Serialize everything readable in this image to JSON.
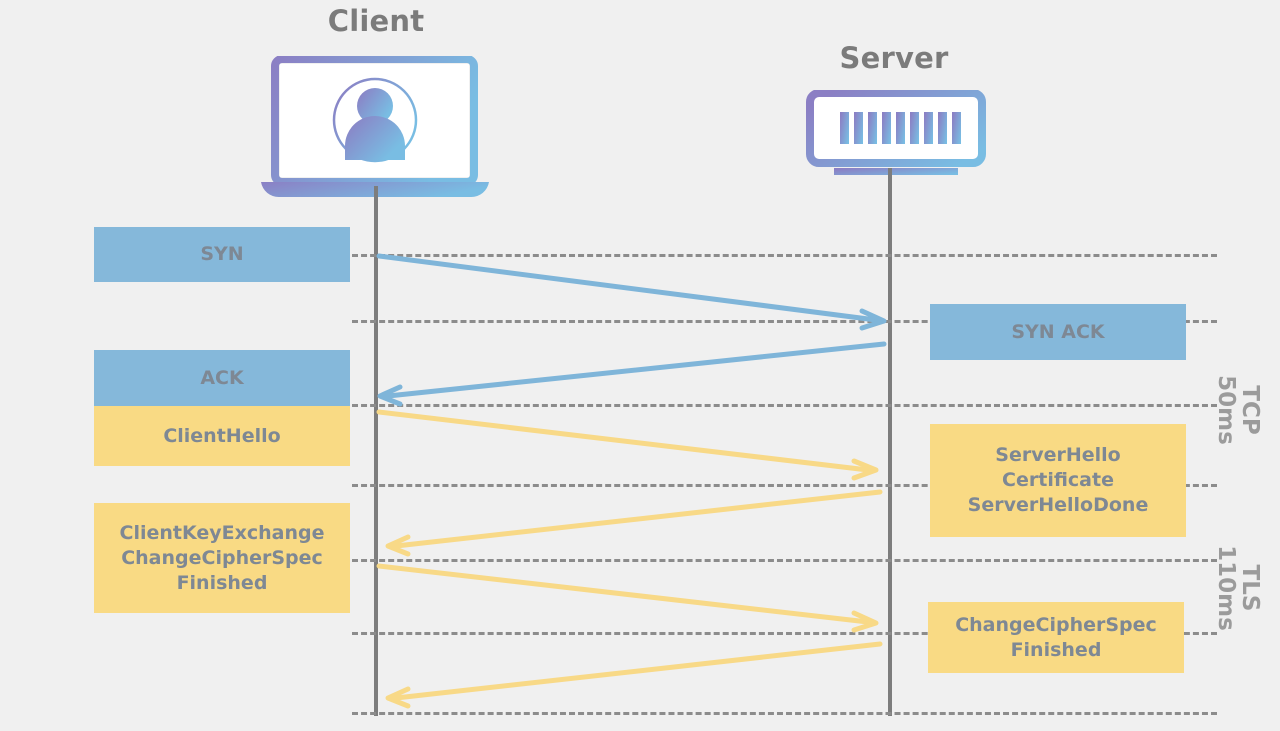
{
  "diagram": {
    "title_client": "Client",
    "title_server": "Server",
    "background_color": "#f0f0f0",
    "blue_color": "#85b8da",
    "yellow_color": "#f9da84",
    "text_color": "#7e8894",
    "line_color": "#7d7d7d",
    "icon_gradient_start": "#8b7fc4",
    "icon_gradient_end": "#7dbbe0"
  },
  "client_messages": [
    {
      "label": "SYN",
      "kind": "tcp"
    },
    {
      "label": "ACK",
      "kind": "tcp"
    },
    {
      "label": "ClientHello",
      "kind": "tls"
    },
    {
      "label": "ClientKeyExchange\nChangeCipherSpec\nFinished",
      "kind": "tls"
    }
  ],
  "server_messages": [
    {
      "label": "SYN ACK",
      "kind": "tcp"
    },
    {
      "label": "ServerHello\nCertificate\nServerHelloDone",
      "kind": "tls"
    },
    {
      "label": "ChangeCipherSpec\nFinished",
      "kind": "tls"
    }
  ],
  "phases": [
    {
      "name": "TCP",
      "duration": "50ms",
      "text": "TCP\n50ms"
    },
    {
      "name": "TLS",
      "duration": "110ms",
      "text": "TLS\n110ms"
    }
  ],
  "arrows": [
    {
      "from": "client",
      "to": "server",
      "kind": "tcp",
      "message": "SYN"
    },
    {
      "from": "server",
      "to": "client",
      "kind": "tcp",
      "message": "SYN ACK"
    },
    {
      "from": "client",
      "to": "server",
      "kind": "tls",
      "message": "ClientHello"
    },
    {
      "from": "server",
      "to": "client",
      "kind": "tls",
      "message": "ServerHello / Certificate / ServerHelloDone"
    },
    {
      "from": "client",
      "to": "server",
      "kind": "tls",
      "message": "ClientKeyExchange / ChangeCipherSpec / Finished"
    },
    {
      "from": "server",
      "to": "client",
      "kind": "tls",
      "message": "ChangeCipherSpec / Finished"
    }
  ],
  "icons": {
    "client": "laptop-user-icon",
    "server": "server-rack-icon"
  }
}
